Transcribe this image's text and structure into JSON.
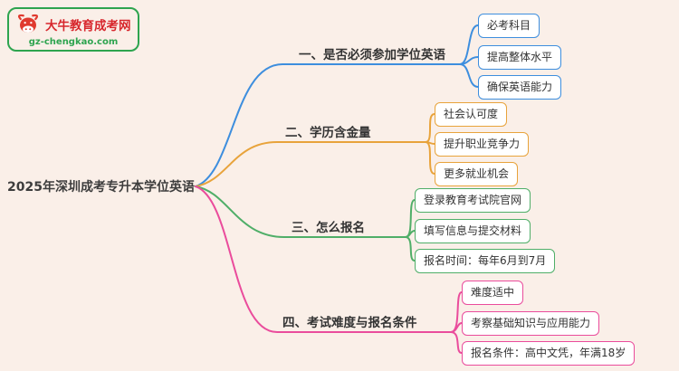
{
  "logo": {
    "title": "大牛教育成考网",
    "url": "gz-chengkao.com",
    "border_color": "#2ea44f",
    "text_color": "#d7262c",
    "bull_color": "#e03a2f"
  },
  "root": {
    "label": "2025年深圳成考专升本学位英语"
  },
  "branches": [
    {
      "label": "一、是否必须参加学位英语",
      "color": "#3d8ede",
      "children": [
        {
          "text": "必考科目"
        },
        {
          "text": "提高整体水平"
        },
        {
          "text": "确保英语能力"
        }
      ]
    },
    {
      "label": "二、学历含金量",
      "color": "#e8a33b",
      "children": [
        {
          "text": "社会认可度"
        },
        {
          "text": "提升职业竞争力"
        },
        {
          "text": "更多就业机会"
        }
      ]
    },
    {
      "label": "三、怎么报名",
      "color": "#4fae68",
      "children": [
        {
          "text": "登录教育考试院官网"
        },
        {
          "text": "填写信息与提交材料"
        },
        {
          "text": "报名时间：每年6月到7月"
        }
      ]
    },
    {
      "label": "四、考试难度与报名条件",
      "color": "#ea4c9c",
      "children": [
        {
          "text": "难度适中"
        },
        {
          "text": "考察基础知识与应用能力"
        },
        {
          "text": "报名条件：高中文凭，年满18岁"
        }
      ]
    }
  ]
}
